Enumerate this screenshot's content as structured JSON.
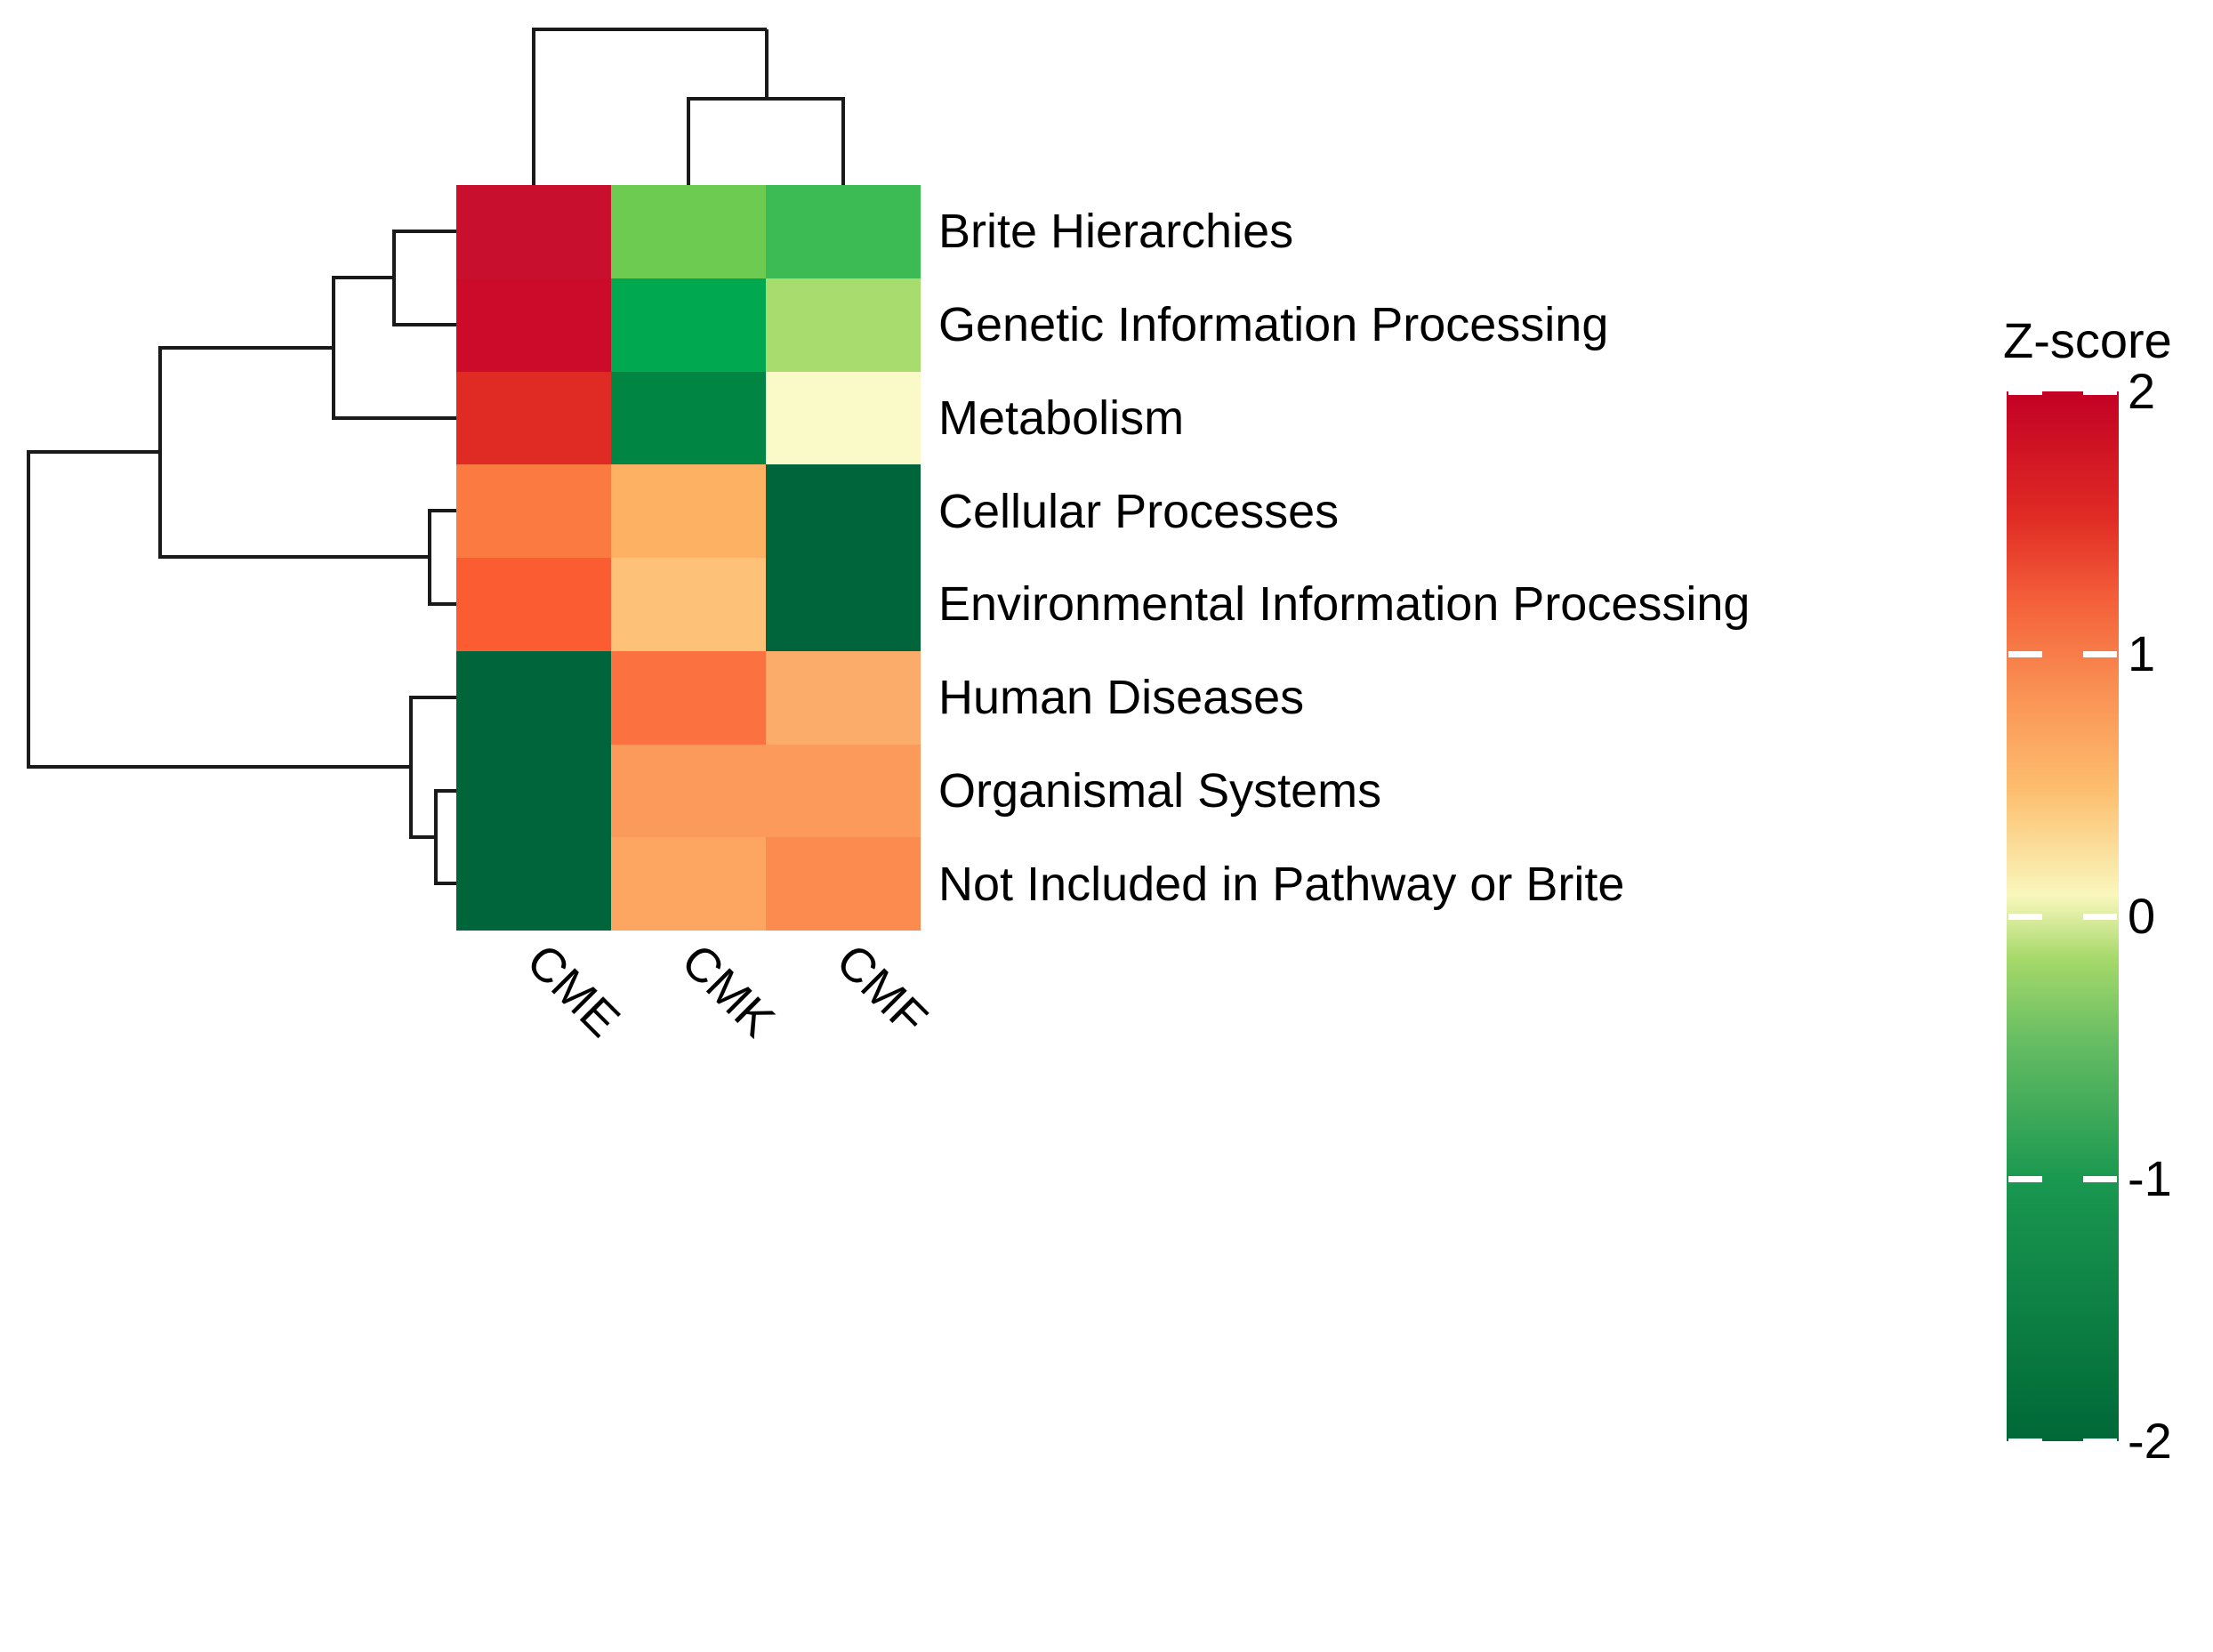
{
  "chart_data": {
    "type": "heatmap",
    "title": "",
    "xlabel": "",
    "ylabel": "",
    "columns": [
      "CME",
      "CMK",
      "CMF"
    ],
    "rows": [
      "Brite Hierarchies",
      "Genetic Information Processing",
      "Metabolism",
      "Cellular Processes",
      "Environmental Information Processing",
      "Human Diseases",
      "Organismal Systems",
      "Not Included in Pathway or Brite"
    ],
    "values": [
      [
        1.95,
        -0.7,
        -0.92
      ],
      [
        2.0,
        -1.25,
        -0.52
      ],
      [
        1.45,
        -1.7,
        0.05
      ],
      [
        0.62,
        0.36,
        -1.95
      ],
      [
        0.85,
        0.2,
        -1.95
      ],
      [
        -1.95,
        0.7,
        0.45
      ],
      [
        -1.95,
        0.52,
        0.52
      ],
      [
        -1.95,
        0.48,
        0.6
      ]
    ],
    "cell_colors": [
      [
        "#c8102e",
        "#6ecb52",
        "#3cbb54"
      ],
      [
        "#cc0a2a",
        "#00a94f",
        "#a8dc6e"
      ],
      [
        "#e02b24",
        "#008542",
        "#fafac8"
      ],
      [
        "#fb7a42",
        "#fcb163",
        "#00653a"
      ],
      [
        "#fb5c32",
        "#fdc277",
        "#00653a"
      ],
      [
        "#00653a",
        "#fb7140",
        "#fcac6a"
      ],
      [
        "#00653a",
        "#fc9a5c",
        "#fc9a5c"
      ],
      [
        "#00653a",
        "#fca662",
        "#fb8b4f"
      ]
    ],
    "colorbar": {
      "title": "Z-score",
      "ticks": [
        "2",
        "1",
        "0",
        "-1",
        "-2"
      ],
      "tick_values": [
        2,
        1,
        0,
        -1,
        -2
      ],
      "vmin": -2,
      "vmax": 2,
      "colormap_stops": [
        {
          "pos": 0.0,
          "color": "#006837"
        },
        {
          "pos": 0.25,
          "color": "#1a9850"
        },
        {
          "pos": 0.38,
          "color": "#66bd63"
        },
        {
          "pos": 0.46,
          "color": "#a6d96a"
        },
        {
          "pos": 0.52,
          "color": "#f9f7bd"
        },
        {
          "pos": 0.62,
          "color": "#fdbe6f"
        },
        {
          "pos": 0.72,
          "color": "#f98e52"
        },
        {
          "pos": 0.8,
          "color": "#f4603a"
        },
        {
          "pos": 0.88,
          "color": "#e02b24"
        },
        {
          "pos": 1.0,
          "color": "#c20024"
        }
      ]
    },
    "legend_position": "right",
    "grid": false,
    "row_dendrogram": true,
    "column_dendrogram": true,
    "column_cluster_order": [
      "CME",
      "CMK",
      "CMF"
    ],
    "line_color": "#1a1a1a"
  },
  "legend": {
    "title": "Z-score",
    "labels": [
      "2",
      "1",
      "0",
      "-1",
      "-2"
    ]
  },
  "heatmap": {
    "column_labels": [
      "CME",
      "CMK",
      "CMF"
    ],
    "row_labels": [
      "Brite Hierarchies",
      "Genetic Information Processing",
      "Metabolism",
      "Cellular Processes",
      "Environmental Information Processing",
      "Human Diseases",
      "Organismal Systems",
      "Not Included in Pathway or Brite"
    ]
  }
}
